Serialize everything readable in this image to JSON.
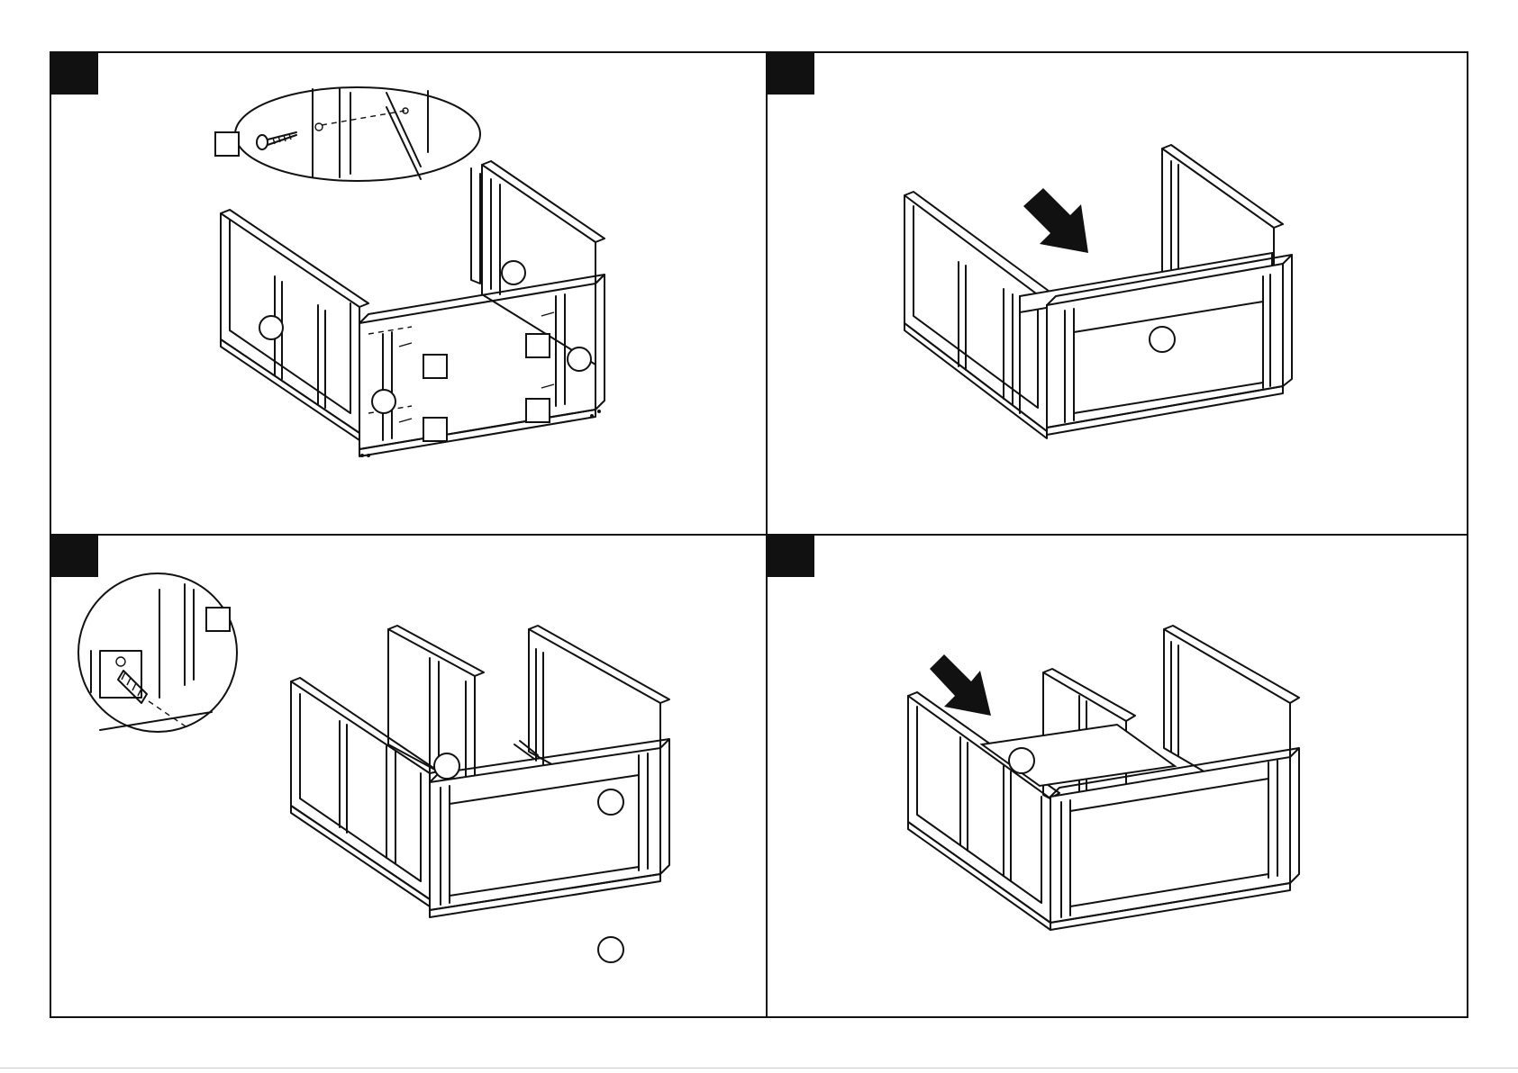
{
  "steps": [
    {
      "id": "step-1",
      "number": "",
      "callout_circles": [
        "",
        "",
        "",
        ""
      ],
      "callout_boxes": [
        "",
        "",
        "",
        "",
        "",
        ""
      ]
    },
    {
      "id": "step-2",
      "number": "",
      "callout_circles": [
        ""
      ]
    },
    {
      "id": "step-3",
      "number": "",
      "callout_circles": [
        "",
        "",
        ""
      ],
      "callout_boxes": [
        ""
      ]
    },
    {
      "id": "step-4",
      "number": "",
      "callout_circles": [
        ""
      ]
    }
  ],
  "colors": {
    "line": "#111111",
    "badge": "#111111",
    "background": "#ffffff"
  }
}
